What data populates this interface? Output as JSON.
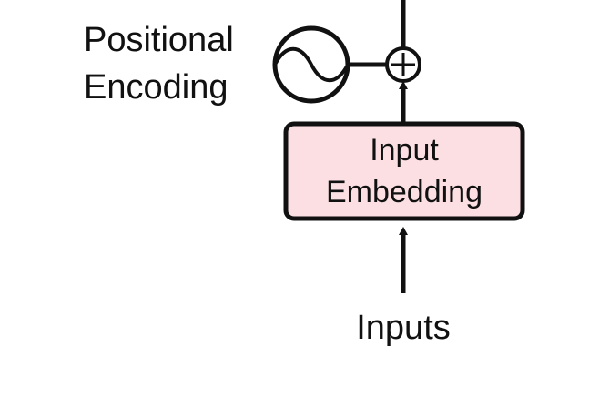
{
  "diagram": {
    "positional_encoding": {
      "line1": "Positional",
      "line2": "Encoding",
      "icon": "sine-wave-icon"
    },
    "input_embedding": {
      "line1": "Input",
      "line2": "Embedding",
      "fill_color": "#fcdfe2"
    },
    "inputs_label": "Inputs",
    "add_icon": "circled-plus-icon",
    "stroke_color": "#111111"
  }
}
